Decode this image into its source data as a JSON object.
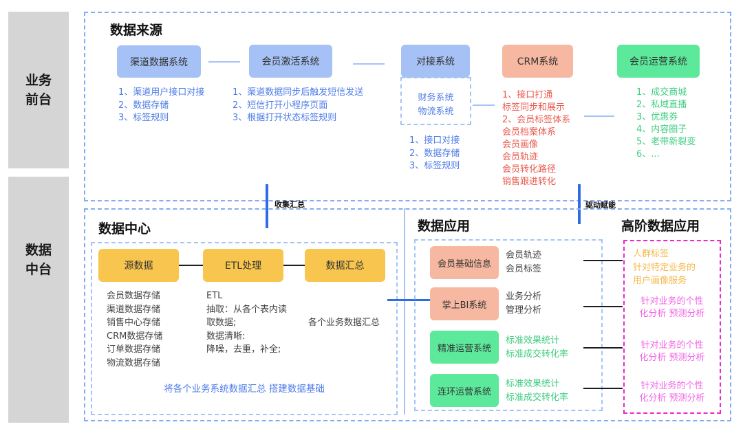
{
  "sidebar": {
    "front_office": {
      "line1": "业务",
      "line2": "前台"
    },
    "middle_office": {
      "line1": "数据",
      "line2": "中台"
    }
  },
  "flow_labels": {
    "collect": "收集汇总",
    "drive": "驱动赋能"
  },
  "top_section": {
    "title": "数据来源",
    "channel_system": {
      "name": "渠道数据系统",
      "items": [
        "1、渠道用户接口对接",
        "2、数据存储",
        "3、标签规则"
      ]
    },
    "activation_system": {
      "name": "会员激活系统",
      "items": [
        "1、渠道数据同步后触发短信发送",
        "2、短信打开小程序页面",
        "3、根据打开状态标签规则"
      ]
    },
    "integration_system": {
      "name": "对接系统",
      "sub_systems": [
        "财务系统",
        "物流系统"
      ],
      "items": [
        "1、接口对接",
        "2、数据存储",
        "3、标签规则"
      ]
    },
    "crm_system": {
      "name": "CRM系统",
      "items": [
        "1、接口打通",
        "标签同步和展示",
        "2、会员标签体系",
        "会员档案体系",
        "会员画像",
        "会员轨迹",
        "会员转化路径",
        "销售跟进转化"
      ]
    },
    "member_ops_system": {
      "name": "会员运营系统",
      "items": [
        "1、成交商城",
        "2、私域直播",
        "3、优惠券",
        "4、内容圈子",
        "5、老带新裂变",
        "6、..."
      ]
    }
  },
  "data_center": {
    "title": "数据中心",
    "nodes": [
      "源数据",
      "ETL处理",
      "数据汇总"
    ],
    "storage_list": [
      "会员数据存储",
      "渠道数据存储",
      "销售中心存储",
      "CRM数据存储",
      "订单数据存储",
      "物流数据存储"
    ],
    "etl_list": [
      "ETL",
      "抽取：从各个表内读",
      "取数据;",
      "数据清晰:",
      "降噪，去重，补全;"
    ],
    "summary_list": [
      "各个业务数据汇总"
    ],
    "footer": "将各个业务系统数据汇总 搭建数据基础"
  },
  "data_apps": {
    "title": "数据应用",
    "rows": [
      {
        "name": "会员基础信息",
        "notes": [
          "会员轨迹",
          "会员标签"
        ]
      },
      {
        "name": "掌上BI系统",
        "notes": [
          "业务分析",
          "管理分析"
        ]
      },
      {
        "name": "精准运营系统",
        "notes": [
          "标准效果统计",
          "标准成交转化率"
        ]
      },
      {
        "name": "连环运营系统",
        "notes": [
          "标准效果统计",
          "标准成交转化率"
        ]
      }
    ]
  },
  "advanced_apps": {
    "title": "高阶数据应用",
    "persona_entry": [
      "人群标签",
      "针对特定业务的",
      "用户画像服务"
    ],
    "analysis_entries": [
      [
        "针对业务的个性",
        "化分析 预测分析"
      ],
      [
        "针对业务的个性",
        "化分析 预测分析"
      ],
      [
        "针对业务的个性",
        "化分析 预测分析"
      ]
    ]
  },
  "colors": {
    "blue_box": "#a6c1f5",
    "salmon_box": "#f6b8a0",
    "green_box": "#5ce99b",
    "orange_box": "#f8c54e",
    "gray_box": "#d5d5d5",
    "blue_text": "#4e7ce8",
    "red_text": "#e85a4f",
    "green_text": "#3ecc80",
    "orange_text": "#f5b94f",
    "magenta_text": "#f263e6",
    "dark_blue_line": "#2e6be6",
    "light_blue_line": "#a6c3f7",
    "dashed_border": "#85abf1",
    "pink_border": "#ee28c8"
  }
}
